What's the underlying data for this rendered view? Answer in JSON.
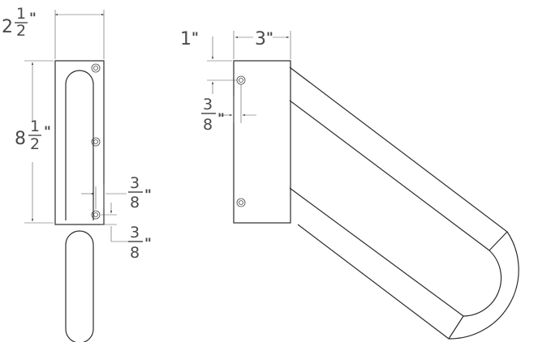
{
  "colors": {
    "line": "#2b2b2b",
    "dimension": "#555555",
    "text": "#4a4a4a",
    "background": "#ffffff"
  },
  "dims": {
    "width": {
      "whole": "2",
      "num": "1",
      "den": "2",
      "unit": "\""
    },
    "height": {
      "whole": "8",
      "num": "1",
      "den": "2",
      "unit": "\""
    },
    "hole_inset_a": {
      "num": "3",
      "den": "8",
      "unit": "\""
    },
    "hole_inset_b": {
      "num": "3",
      "den": "8",
      "unit": "\""
    },
    "plate_width": {
      "value": "3",
      "unit": "\""
    },
    "top_offset": {
      "value": "1",
      "unit": "\""
    },
    "side_inset": {
      "num": "3",
      "den": "8",
      "unit": "\""
    }
  }
}
